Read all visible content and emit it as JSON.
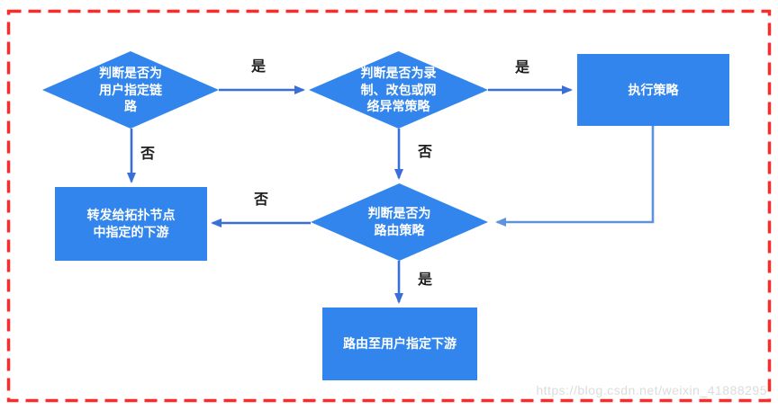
{
  "canvas": {
    "type": "flowchart",
    "watermark": "https://blog.csdn.net/weixin_41888295"
  },
  "colors": {
    "node_fill": "#3285EC",
    "node_text": "#FFFFFF",
    "connector": "#3A6FD8",
    "connector_light": "#5E92DE",
    "border": "#FA2B2B",
    "edge_label_text": "#1F1F1F",
    "watermark_text": "#DCDCDC"
  },
  "nodes": {
    "judge_user_link": {
      "shape": "diamond",
      "label": "判断是否为\n用户指定链\n路"
    },
    "judge_policy_type": {
      "shape": "diamond",
      "label": "判断是否为录\n制、改包或网\n络异常策略"
    },
    "execute_policy": {
      "shape": "rect",
      "label": "执行策略"
    },
    "judge_route": {
      "shape": "diamond",
      "label": "判断是否为\n路由策略"
    },
    "forward_topology": {
      "shape": "rect",
      "label": "转发给拓扑节点\n中指定的下游"
    },
    "route_downstream": {
      "shape": "rect",
      "label": "路由至用户指定下游"
    }
  },
  "edge_labels": {
    "yes1": "是",
    "no1": "否",
    "yes2": "是",
    "no2": "否",
    "no3": "否",
    "yes3": "是"
  },
  "edges": [
    {
      "from": "judge_user_link",
      "to": "judge_policy_type",
      "label": "是"
    },
    {
      "from": "judge_user_link",
      "to": "forward_topology",
      "label": "否"
    },
    {
      "from": "judge_policy_type",
      "to": "execute_policy",
      "label": "是"
    },
    {
      "from": "judge_policy_type",
      "to": "judge_route",
      "label": "否"
    },
    {
      "from": "execute_policy",
      "to": "judge_route",
      "label": ""
    },
    {
      "from": "judge_route",
      "to": "forward_topology",
      "label": "否"
    },
    {
      "from": "judge_route",
      "to": "route_downstream",
      "label": "是"
    }
  ]
}
